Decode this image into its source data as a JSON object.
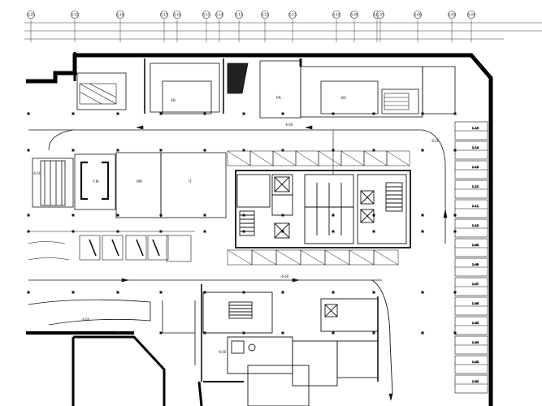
{
  "grid_axes": {
    "top_labels": [
      "S-20",
      "S-19",
      "S-18",
      "S-17",
      "S-16",
      "S-15",
      "S-14",
      "S-13",
      "S-12",
      "S-11",
      "S-10",
      "S-09",
      "S-08",
      "S-07",
      "S-06",
      "S-05",
      "S-04"
    ]
  },
  "room_labels": {
    "core_a": "FM",
    "room_mid": "MR",
    "room_right": "IT",
    "storage_b": "BS",
    "pump_room": "PR",
    "left_room": "SB"
  },
  "elevations": {
    "el_main_aisle": "-6.60",
    "el_lower_aisle": "-6.60",
    "el_right": "-6.60",
    "el_left_block": "-6.60",
    "el_ramp": "-6.60",
    "el_ramp_lower": "-6.60"
  },
  "parking_numbers": [
    "1-15",
    "1-14",
    "1-13",
    "1-12",
    "1-11",
    "1-10",
    "1-09",
    "1-08",
    "1-07",
    "1-06",
    "1-05",
    "1-04",
    "1-03",
    "1-02"
  ],
  "colors": {
    "line": "#111111",
    "thin": "#333333",
    "wall": "#000000",
    "paper": "#ffffff"
  }
}
